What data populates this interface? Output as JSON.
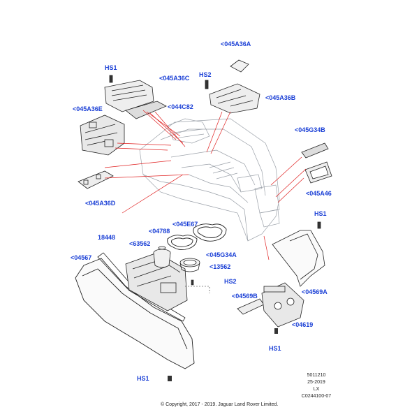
{
  "callouts": {
    "c_045A36A": "<045A36A",
    "c_HS1_top": "HS1",
    "c_045A36C": "<045A36C",
    "c_HS2_top": "HS2",
    "c_045A36B": "<045A36B",
    "c_045A36E": "<045A36E",
    "c_044C82": "<044C82",
    "c_045G34B": "<045G34B",
    "c_045A46": "<045A46",
    "c_045A36D": "<045A36D",
    "c_HS1_right": "HS1",
    "c_045E67": "<045E67",
    "c_04788": "<04788",
    "c_18448": "18448",
    "c_63562": "<63562",
    "c_04567": "<04567",
    "c_045G34A": "<045G34A",
    "c_13562": "<13562",
    "c_HS2_mid": "HS2",
    "c_04569A": "<04569A",
    "c_04569B": "<04569B",
    "c_04619": "<04619",
    "c_HS1_lowright": "HS1",
    "c_HS1_bottom": "HS1"
  },
  "meta": {
    "ref_number": "5011210",
    "date_code": "25-2019",
    "model": "LX",
    "drawing_id": "C0244100-07",
    "copyright": "© Copyright, 2017 - 2019. Jaguar Land Rover Limited."
  },
  "colors": {
    "callout": "#1a3fd6",
    "leader": "#e02020",
    "outline": "#222222",
    "ghost": "#9aa0a8"
  }
}
